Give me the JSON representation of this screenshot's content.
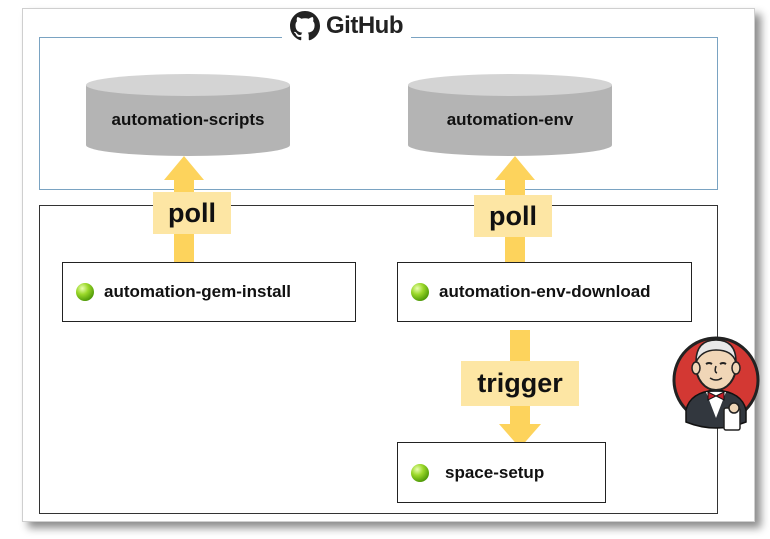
{
  "github": {
    "title": "GitHub",
    "repos": [
      {
        "label": "automation-scripts"
      },
      {
        "label": "automation-env"
      }
    ]
  },
  "jobs": [
    {
      "label": "automation-gem-install",
      "status": "success"
    },
    {
      "label": "automation-env-download",
      "status": "success"
    },
    {
      "label": "space-setup",
      "status": "success"
    }
  ],
  "connections": [
    {
      "label": "poll",
      "from": "automation-gem-install",
      "to": "automation-scripts"
    },
    {
      "label": "poll",
      "from": "automation-env-download",
      "to": "automation-env"
    },
    {
      "label": "trigger",
      "from": "automation-env-download",
      "to": "space-setup"
    }
  ],
  "colors": {
    "arrow": "#fdd35c",
    "arrow_label_bg": "#fde6a4",
    "cylinder": "#bdbdbd",
    "status_success": "#7cc418",
    "github_border": "#7aa3c2"
  },
  "icons": {
    "github": "github-octocat-icon",
    "jenkins": "jenkins-butler-logo",
    "status": "green-ball-icon"
  }
}
